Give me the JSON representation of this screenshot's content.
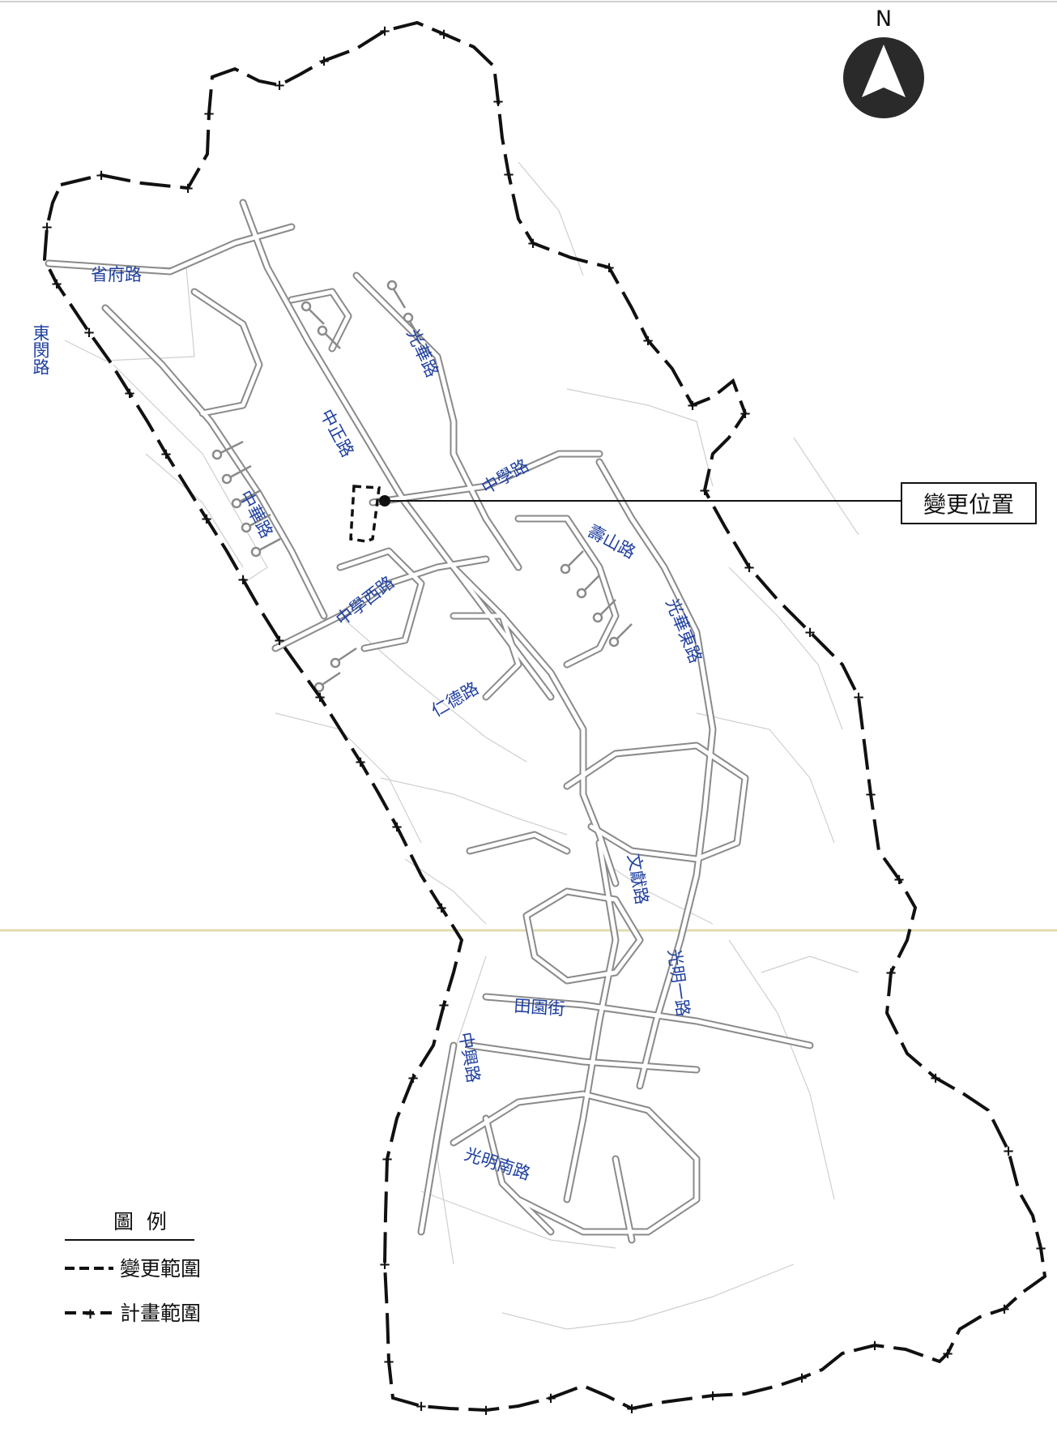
{
  "north_label": "N",
  "callout": {
    "label": "變更位置"
  },
  "legend": {
    "title": "圖  例",
    "items": [
      {
        "label": "變更範圍",
        "symbol": "dashed-line"
      },
      {
        "label": "計畫範圍",
        "symbol": "dash-plus-line"
      }
    ]
  },
  "roads": {
    "shengfu": "省府路",
    "donggeng": "東閔路",
    "guanghua": "光華路",
    "zhongzheng": "中正路",
    "zhongxue": "中學路",
    "zhonghua": "中華路",
    "shoushan": "壽山路",
    "zhongxuexi": "中學西路",
    "guanghua_dong": "光華東路",
    "rende": "仁德路",
    "wenxian": "文獻路",
    "guangming1": "光明一路",
    "tianyuan": "田園街",
    "zhongxing": "中興路",
    "guangming_nan": "光明南路"
  },
  "colors": {
    "label_blue": "#1f3f9f",
    "boundary": "#111111",
    "road": "#8a8a8a"
  }
}
